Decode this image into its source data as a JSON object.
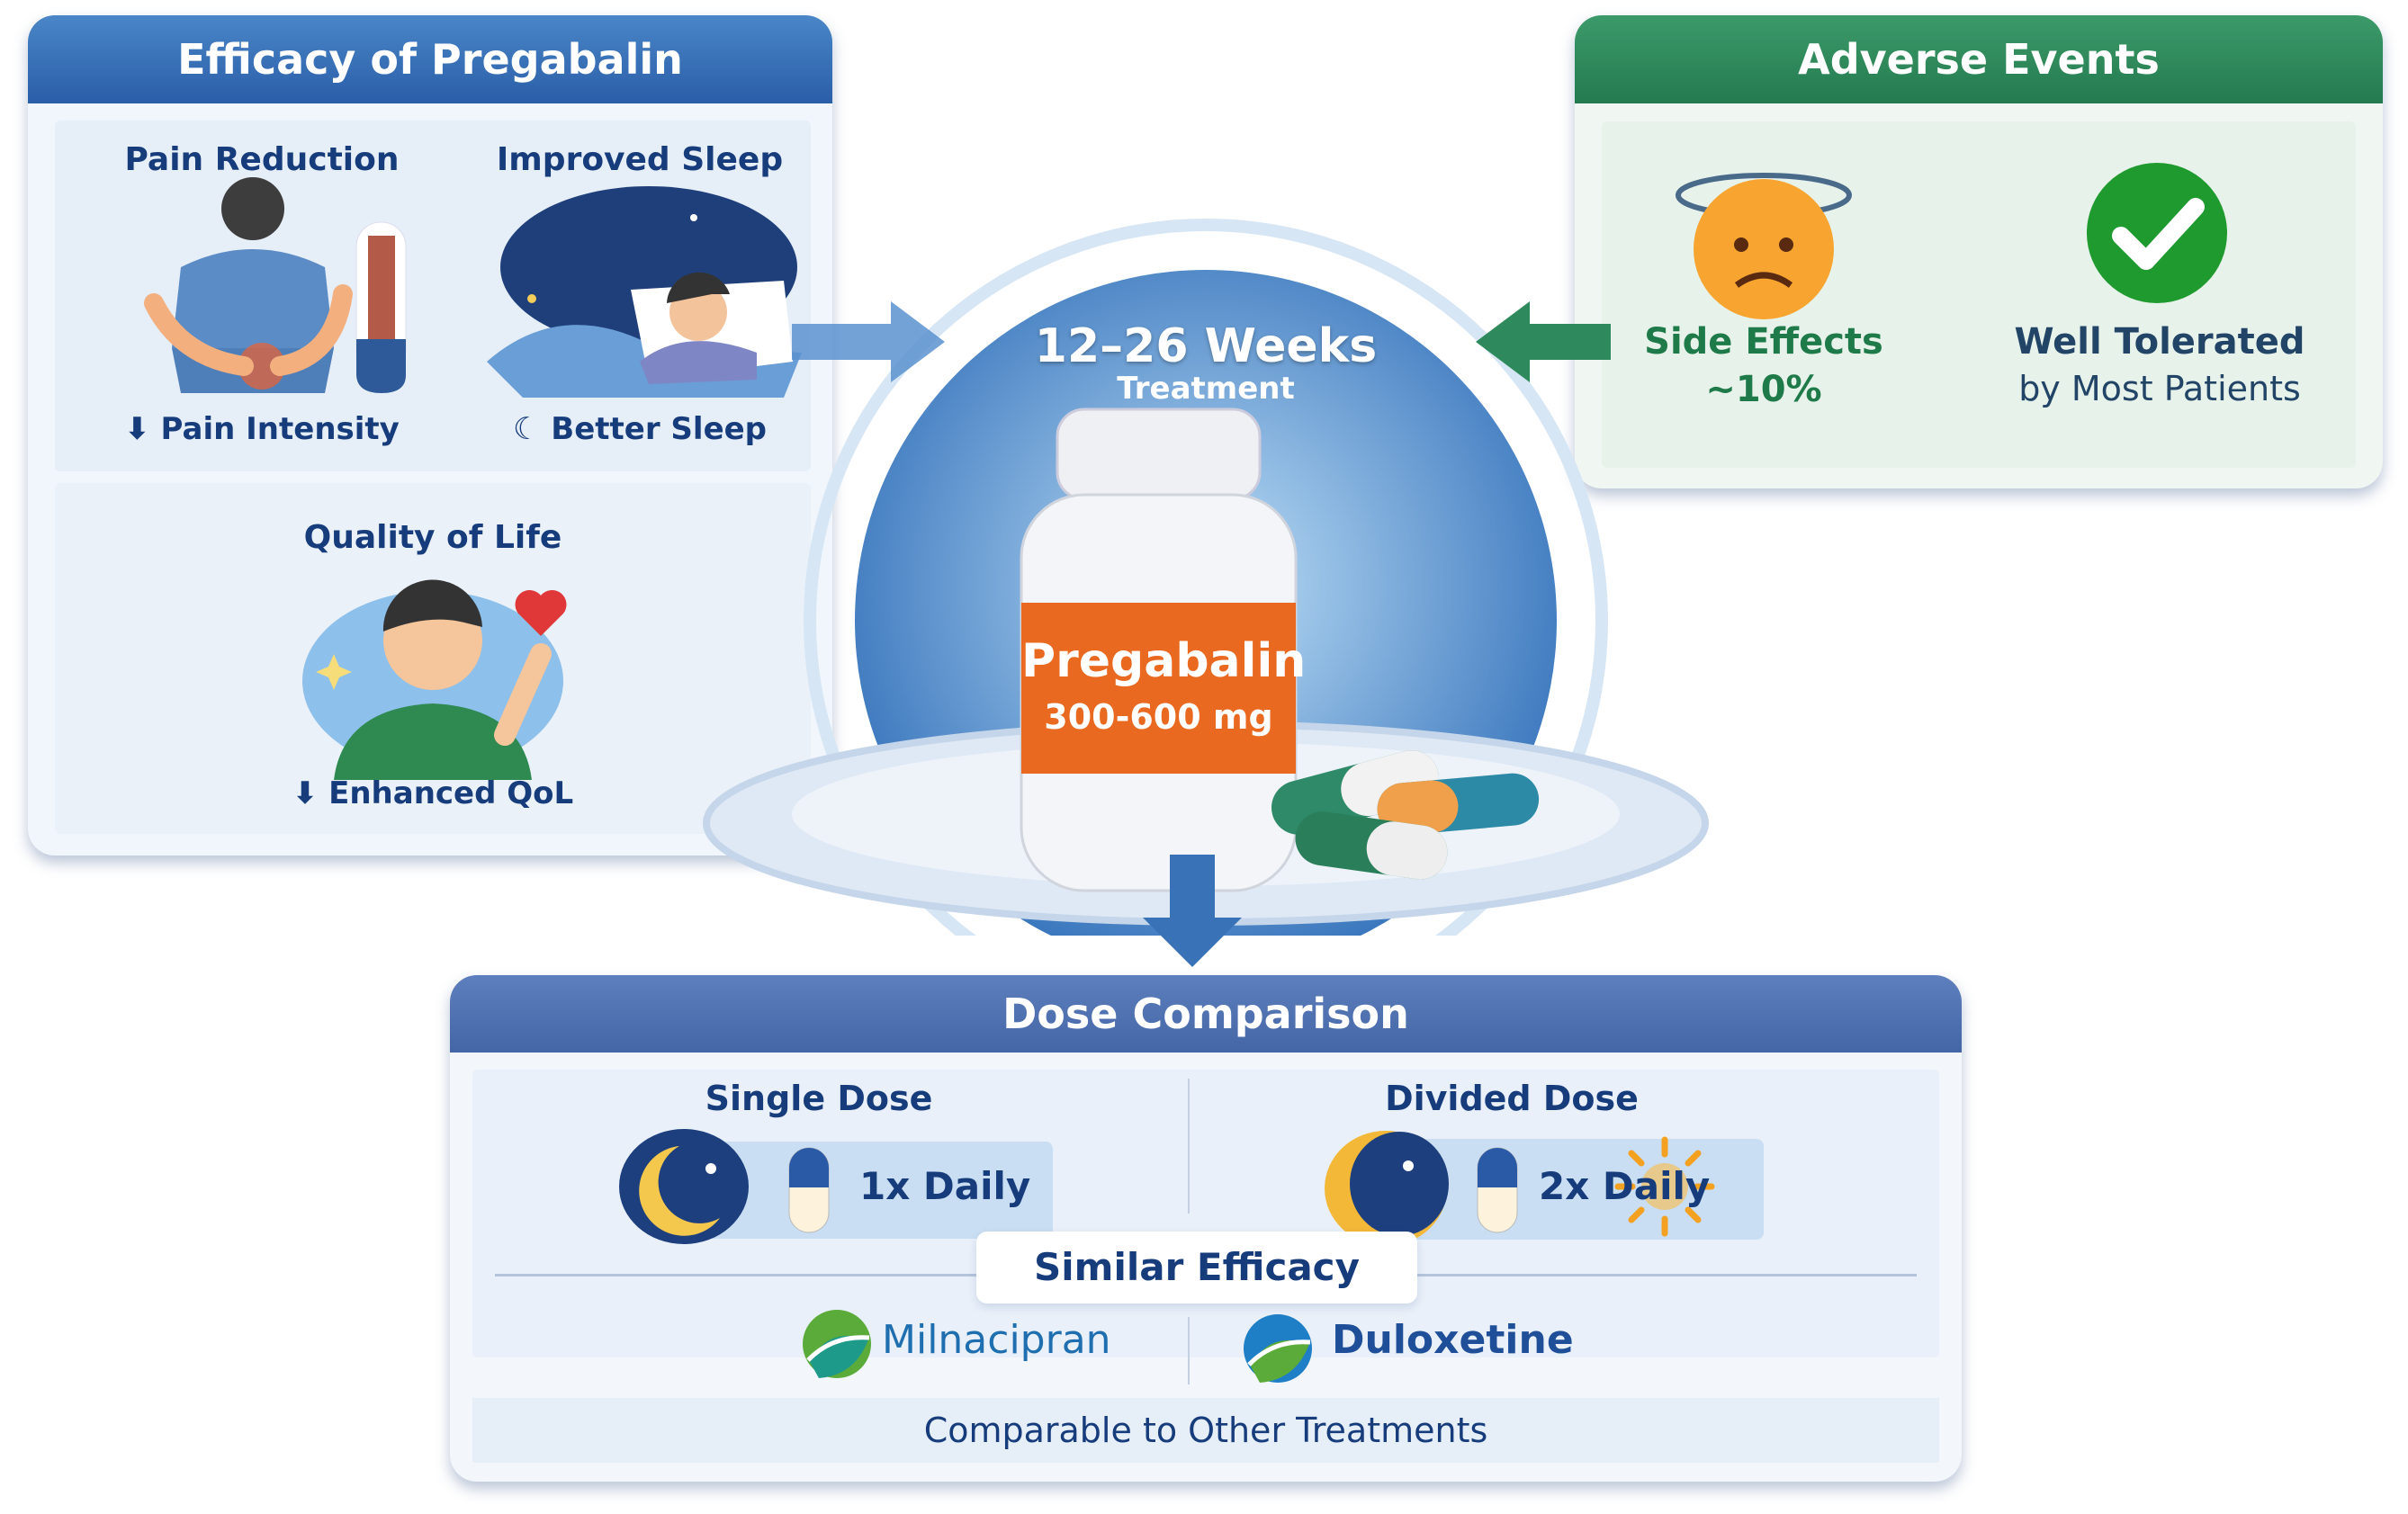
{
  "efficacy": {
    "title": "Efficacy of Pregabalin",
    "pain": {
      "title": "Pain Reduction",
      "caption": "Pain Intensity",
      "icon": "down-arrow-icon"
    },
    "sleep": {
      "title": "Improved Sleep",
      "caption": "Better Sleep",
      "icon": "moon-icon"
    },
    "qol": {
      "title": "Quality of Life",
      "caption": "Enhanced QoL",
      "icon": "down-arrow-icon"
    }
  },
  "adverse": {
    "title": "Adverse Events",
    "side_effects": {
      "label": "Side Effects",
      "value": "~10%",
      "icon": "dizzy-face-icon"
    },
    "tolerated": {
      "line1": "Well Tolerated",
      "line2": "by Most Patients",
      "icon": "check-circle-icon"
    }
  },
  "center": {
    "duration": "12–26 Weeks",
    "duration_sub": "Treatment",
    "drug": "Pregabalin",
    "dose": "300-600 mg"
  },
  "dose": {
    "title": "Dose Comparison",
    "single": {
      "title": "Single Dose",
      "label": "1x Daily"
    },
    "divided": {
      "title": "Divided Dose",
      "label": "2x Daily"
    },
    "similar": "Similar Efficacy",
    "drugs": [
      "Milnacipran",
      "Duloxetine"
    ],
    "footer": "Comparable to Other Treatments"
  },
  "colors": {
    "blue_header": "#2f66ad",
    "green_header": "#2e8a5c",
    "dose_header": "#4a6aa9",
    "orange_label": "#e26a24",
    "text": "#173c7c",
    "green_text": "#1f7a4a"
  }
}
